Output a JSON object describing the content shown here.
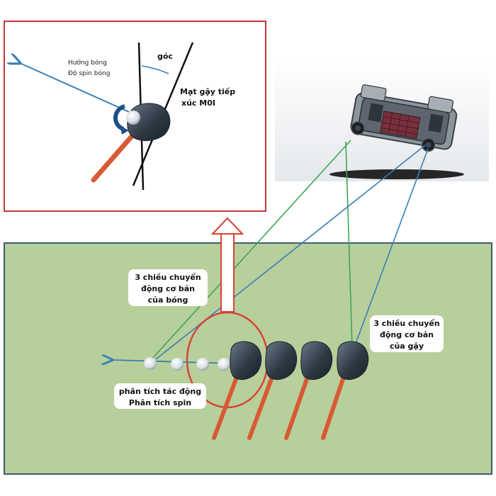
{
  "inset": {
    "ball_direction": "Hướng bóng",
    "ball_spin": "Độ spin bóng",
    "angle_label": "góc",
    "face_contact_line1": "Mạt gậy tiếp",
    "face_contact_line2": "xúc M0I"
  },
  "main": {
    "ball_motion_line1": "3 chiều chuyển",
    "ball_motion_line2": "động cơ bản",
    "ball_motion_line3": "của bóng",
    "club_motion_line1": "3 chiều chuyển",
    "club_motion_line2": "động cơ bản",
    "club_motion_line3": "của gậy",
    "impact_analysis": "phân tích tác động",
    "spin_analysis": "Phân tích spin"
  },
  "colors": {
    "panel_fill": "#b7cf9b",
    "panel_border": "#3d5d73",
    "inset_border": "#c0383a",
    "highlight": "#d84335",
    "blue_line": "#3b7fb6",
    "green_line": "#3aa753",
    "shaft": "#d85a35",
    "club_head": "#3a4652"
  }
}
